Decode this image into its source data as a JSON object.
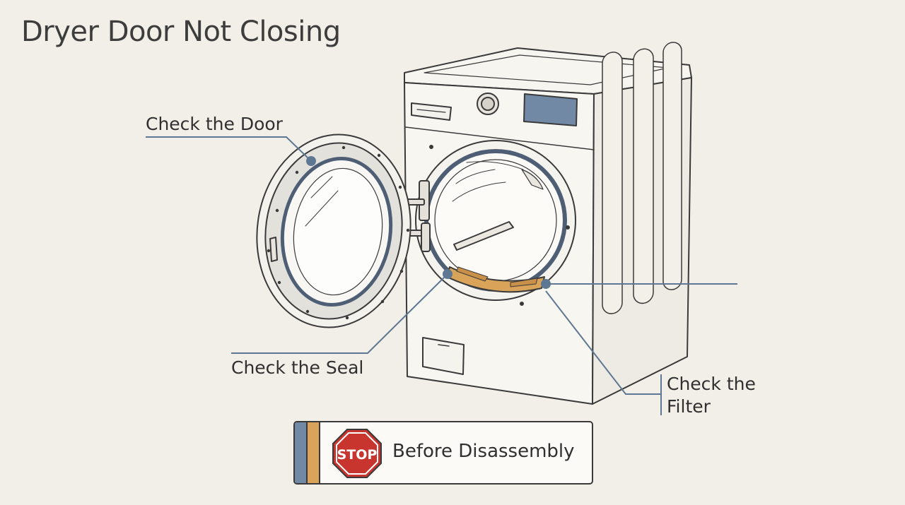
{
  "title": "Dryer Door Not Closing",
  "callouts": {
    "door": "Check the Door",
    "seal": "Check the Seal",
    "filter_line1": "Check the",
    "filter_line2": "Filter"
  },
  "banner": {
    "stop_label": "STOP",
    "text": "Before Disassembly"
  },
  "colors": {
    "background": "#f2efe8",
    "line": "#3a3a3a",
    "callout_blue": "#5e7894",
    "panel_blue": "#7189a5",
    "filter_gold": "#d9a45a",
    "stop_red": "#c8352f"
  },
  "icons": [
    "stop-sign-icon"
  ]
}
